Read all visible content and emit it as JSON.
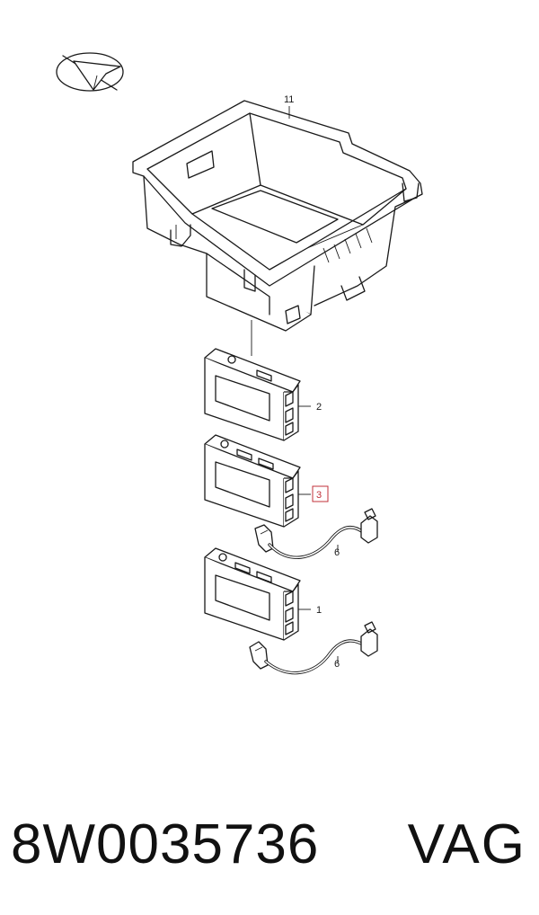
{
  "callouts": {
    "housing": "11",
    "module_top": "2",
    "module_middle": "3",
    "module_bottom": "1",
    "cable_upper": "6",
    "cable_lower": "6"
  },
  "footer": {
    "part_number": "8W0035736",
    "brand": "VAG"
  },
  "colors": {
    "highlight": "#c0303a",
    "line": "#1a1a1a"
  }
}
